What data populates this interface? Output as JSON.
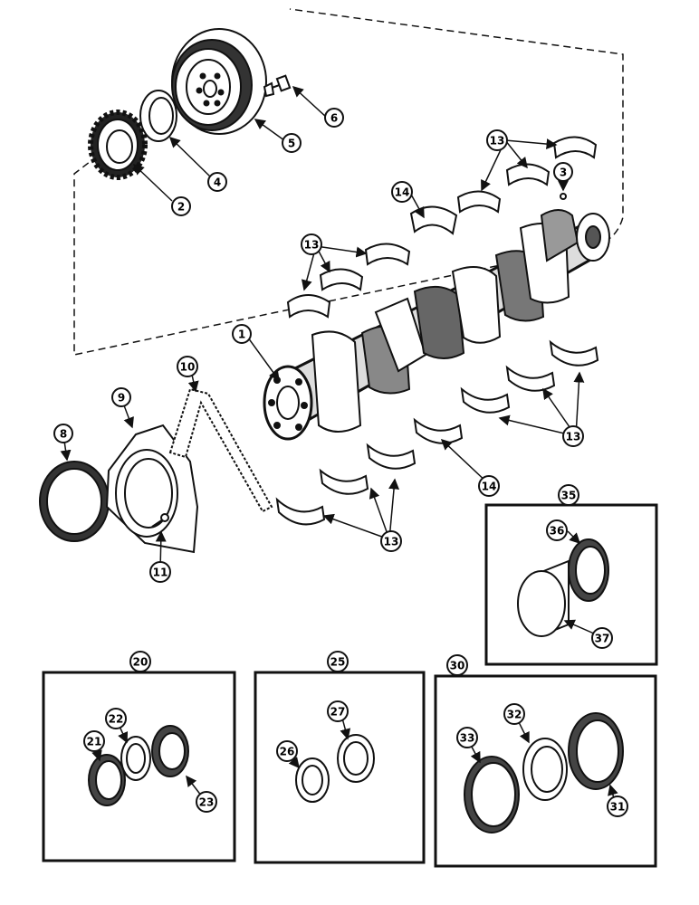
{
  "callouts": {
    "c1": "1",
    "c2": "2",
    "c3": "3",
    "c4": "4",
    "c5": "5",
    "c6": "6",
    "c8": "8",
    "c9": "9",
    "c10": "10",
    "c11": "11",
    "c13a": "13",
    "c13b": "13",
    "c13c": "13",
    "c13d": "13",
    "c14a": "14",
    "c14b": "14",
    "c20": "20",
    "c21": "21",
    "c22": "22",
    "c23": "23",
    "c25": "25",
    "c26": "26",
    "c27": "27",
    "c30": "30",
    "c31": "31",
    "c32": "32",
    "c33": "33",
    "c35": "35",
    "c36": "36",
    "c37": "37"
  },
  "colors": {
    "ink": "#111111",
    "paper": "#ffffff",
    "shade": "#555555"
  }
}
